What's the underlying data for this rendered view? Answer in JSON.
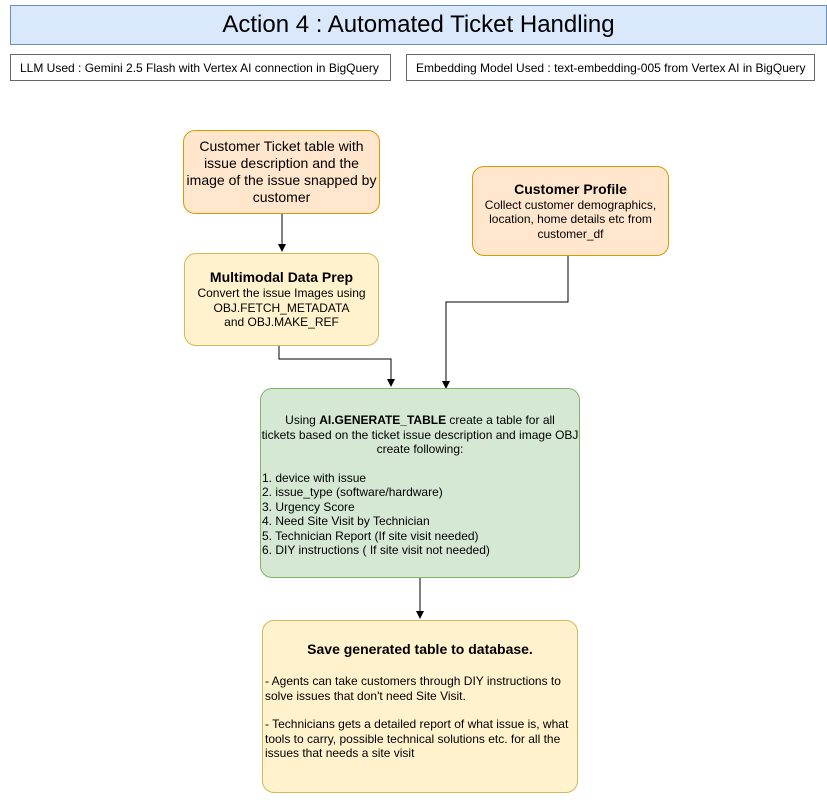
{
  "header": {
    "title": "Action 4 : Automated Ticket Handling",
    "llm_label": "LLM Used : Gemini 2.5 Flash with Vertex AI connection in BigQuery",
    "embedding_label": "Embedding Model Used : text-embedding-005 from Vertex AI in BigQuery"
  },
  "nodes": {
    "ticket_table": {
      "lines": [
        "Customer Ticket table with",
        "issue description and the",
        "image of the issue snapped by",
        "customer"
      ]
    },
    "customer_profile": {
      "title": "Customer Profile",
      "lines": [
        "Collect customer demographics,",
        "location, home details etc from",
        "customer_df"
      ]
    },
    "data_prep": {
      "title": "Multimodal Data Prep",
      "lines": [
        "Convert the issue Images using",
        "OBJ.FETCH_METADATA",
        "and OBJ.MAKE_REF"
      ]
    },
    "generate": {
      "intro_prefix": "Using ",
      "intro_bold": "AI.GENERATE_TABLE",
      "intro_suffix": " create a table for all",
      "intro_lines": [
        "tickets based on the ticket issue description and image OBJ",
        "create following:"
      ],
      "items": [
        "1. device with issue",
        "2. issue_type (software/hardware)",
        "3. Urgency Score",
        "4. Need Site Visit by Technician",
        "5. Technician Report (If site visit needed)",
        "6. DIY instructions ( If site visit not needed)"
      ]
    },
    "save": {
      "title": "Save generated table to database.",
      "para1": [
        "-  Agents can take customers through DIY instructions to",
        "solve issues that don't need Site Visit."
      ],
      "para2": [
        "- Technicians gets a detailed report of what issue is, what",
        "tools to carry, possible technical solutions etc. for all the",
        "issues that needs a site visit"
      ]
    }
  }
}
